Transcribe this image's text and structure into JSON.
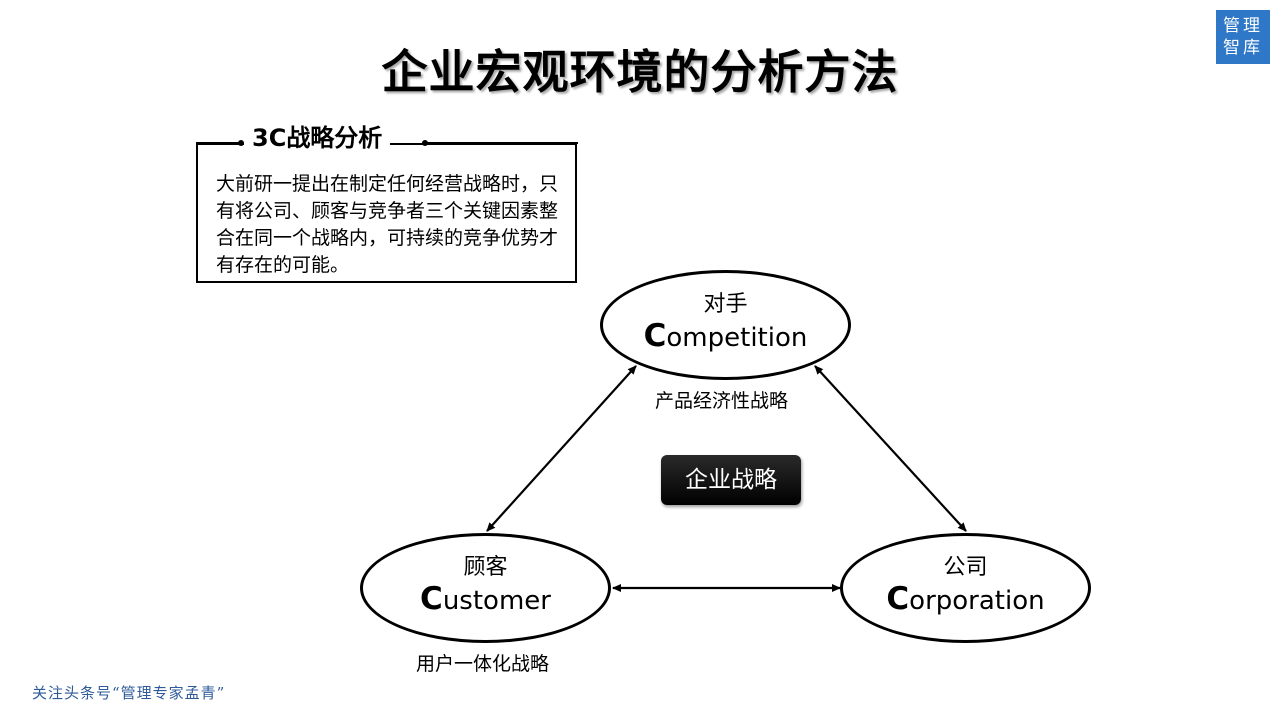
{
  "page": {
    "title": "企业宏观环境的分析方法"
  },
  "logo": {
    "line1": "管理",
    "line2": "智库",
    "color": "#2e78c7"
  },
  "info_box": {
    "title": "3C战略分析",
    "text": "大前研一提出在制定任何经营战略时，只有将公司、顾客与竞争者三个关键因素整合在同一个战略内，可持续的竞争优势才有存在的可能。"
  },
  "nodes": {
    "competition": {
      "cn": "对手",
      "initial": "C",
      "rest": "ompetition"
    },
    "customer": {
      "cn": "顾客",
      "initial": "C",
      "rest": "ustomer"
    },
    "corporation": {
      "cn": "公司",
      "initial": "C",
      "rest": "orporation"
    }
  },
  "labels": {
    "product_strategy": "产品经济性战略",
    "customer_strategy": "用户一体化战略"
  },
  "center": {
    "label": "企业战略"
  },
  "footer": {
    "text": "关注头条号“管理专家孟青”",
    "color": "#2e5a99"
  }
}
